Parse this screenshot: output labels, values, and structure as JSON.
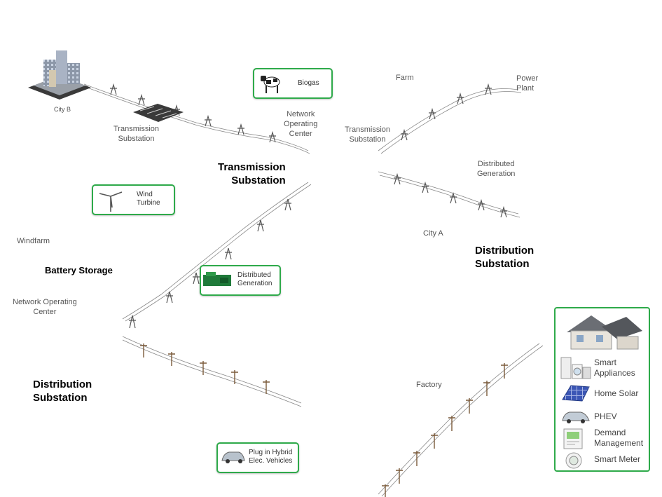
{
  "labels": {
    "city_b": "City B",
    "transmission_substation_left": "Transmission\nSubstation",
    "biogas": "Biogas",
    "farm": "Farm",
    "network_operating_center_top": "Network\nOperating\nCenter",
    "transmission_substation_mid": "Transmission\nSubstation",
    "power_plant": "Power\nPlant",
    "distributed_generation_right": "Distributed\nGeneration",
    "wind_turbine": "Wind\nTurbine",
    "windfarm": "Windfarm",
    "battery_storage": "Battery Storage",
    "transmission_substation_bold": "Transmission\nSubstation",
    "city_a": "City A",
    "distribution_substation_right": "Distribution\nSubstation",
    "distributed_generation_center": "Distributed\nGeneration",
    "network_operating_center_left": "Network Operating\nCenter",
    "distribution_substation_left": "Distribution\nSubstation",
    "factory": "Factory",
    "plug_in_hybrid": "Plug in Hybrid\nElec. Vehicles"
  },
  "home_panel": {
    "items": [
      {
        "label": "Smart\nAppliances",
        "icon": "appliances-icon"
      },
      {
        "label": "Home Solar",
        "icon": "solar-panel-icon"
      },
      {
        "label": "PHEV",
        "icon": "electric-car-icon"
      },
      {
        "label": "Demand\nManagement",
        "icon": "demand-management-icon"
      },
      {
        "label": "Smart Meter",
        "icon": "smart-meter-icon"
      }
    ]
  },
  "colors": {
    "yellow_marker": "#f5b61b",
    "green_marker": "#1e9e48",
    "blue_marker": "#1d2fd0",
    "callout_border": "#2eaa4a"
  }
}
